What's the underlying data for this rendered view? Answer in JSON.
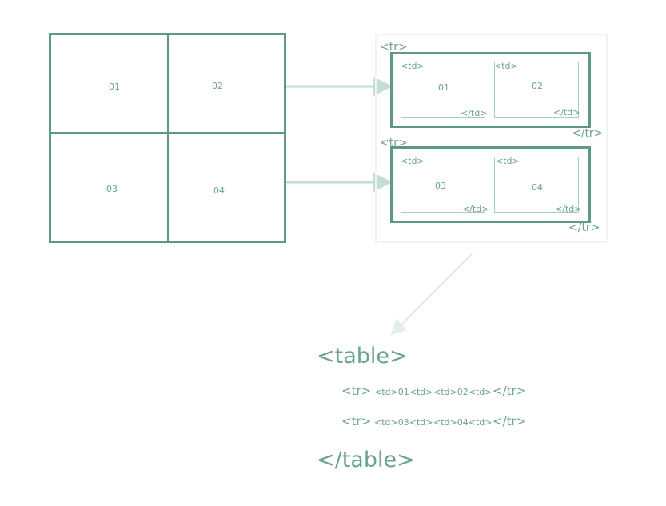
{
  "grid": {
    "cells": [
      "01",
      "02",
      "03",
      "04"
    ]
  },
  "tr_panel": {
    "rows": [
      {
        "open": "<tr>",
        "close": "</tr>",
        "cells": [
          {
            "open": "<td>",
            "value": "01",
            "close": "</td>"
          },
          {
            "open": "<td>",
            "value": "02",
            "close": "</td>"
          }
        ]
      },
      {
        "open": "<tr>",
        "close": "</tr>",
        "cells": [
          {
            "open": "<td>",
            "value": "03",
            "close": "</td>"
          },
          {
            "open": "<td>",
            "value": "04",
            "close": "</td>"
          }
        ]
      }
    ]
  },
  "code": {
    "table_open": "<table>",
    "table_close": "</table>",
    "lines": [
      {
        "tr_open": "<tr>",
        "cells": [
          "<td>01<td>",
          "<td>02<td>"
        ],
        "tr_close": "</tr>"
      },
      {
        "tr_open": "<tr>",
        "cells": [
          "<td>03<td>",
          "<td>04<td>"
        ],
        "tr_close": "</tr>"
      }
    ]
  },
  "colors": {
    "accent": "#5c9a85",
    "text": "#6aa391",
    "arrow": "#c5ddd4",
    "light_arrow": "#e4eeea"
  }
}
